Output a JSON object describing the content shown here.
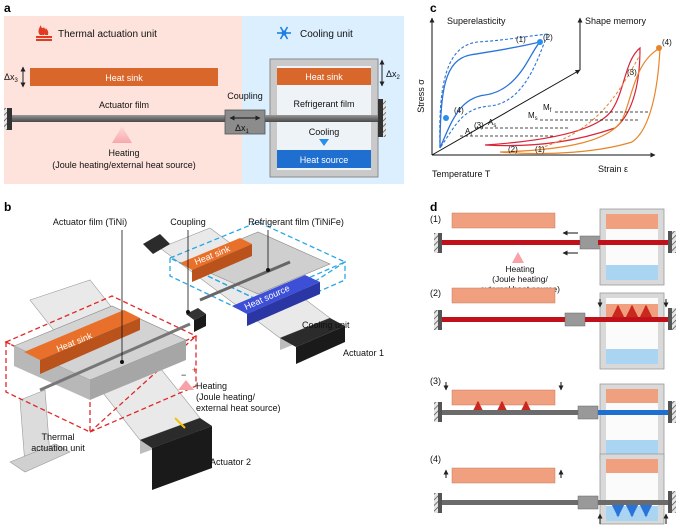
{
  "panels": {
    "a": "a",
    "b": "b",
    "c": "c",
    "d": "d"
  },
  "panel_a": {
    "thermal_title": "Thermal actuation unit",
    "cooling_title": "Cooling unit",
    "heat_sink_left": "Heat sink",
    "heat_sink_right": "Heat sink",
    "heat_source": "Heat source",
    "actuator_film": "Actuator film",
    "coupling": "Coupling",
    "refrigerant_film": "Refrigerant film",
    "cooling": "Cooling",
    "heating_line1": "Heating",
    "heating_line2": "(Joule heating/external heat source)",
    "dx3": "Δx",
    "dx3_sub": "3",
    "dx2": "Δx",
    "dx2_sub": "2",
    "dx1": "Δx",
    "dx1_sub": "1",
    "colors": {
      "thermal_bg": "#fde3dc",
      "cooling_bg": "#dcefff",
      "heat_sink": "#d9662a",
      "heat_source": "#1f6fd1"
    }
  },
  "panel_b": {
    "actuator_film": "Actuator film (TiNi)",
    "coupling": "Coupling",
    "refrigerant_film": "Refrigerant film (TiNiFe)",
    "heat_sink_1": "Heat sink",
    "heat_sink_2": "Heat sink",
    "heat_source": "Heat source",
    "cooling_unit": "Cooling unit",
    "heating_line1": "Heating",
    "heating_line2": "(Joule heating/",
    "heating_line3": "external heat source)",
    "thermal_line1": "Thermal",
    "thermal_line2": "actuation unit",
    "actuator1": "Actuator 1",
    "actuator2": "Actuator 2",
    "plus": "+",
    "minus": "−"
  },
  "panel_c": {
    "superelasticity": "Superelasticity",
    "shape_memory": "Shape memory",
    "stress": "Stress σ",
    "strain": "Strain ε",
    "temperature": "Temperature T",
    "labels_left": [
      "(1)",
      "(2)",
      "(3)",
      "(4)"
    ],
    "labels_right": [
      "(1)",
      "(2)",
      "(3)",
      "(4)"
    ],
    "Mf": "M",
    "Mf_sub": "f",
    "Ms": "M",
    "Ms_sub": "s",
    "As": "A",
    "As_sub": "s",
    "Af": "A",
    "Af_sub": "f"
  },
  "panel_d": {
    "steps": [
      "(1)",
      "(2)",
      "(3)",
      "(4)"
    ],
    "heating_line1": "Heating",
    "heating_line2": "(Joule heating/",
    "heating_line3": "external heat source)"
  }
}
